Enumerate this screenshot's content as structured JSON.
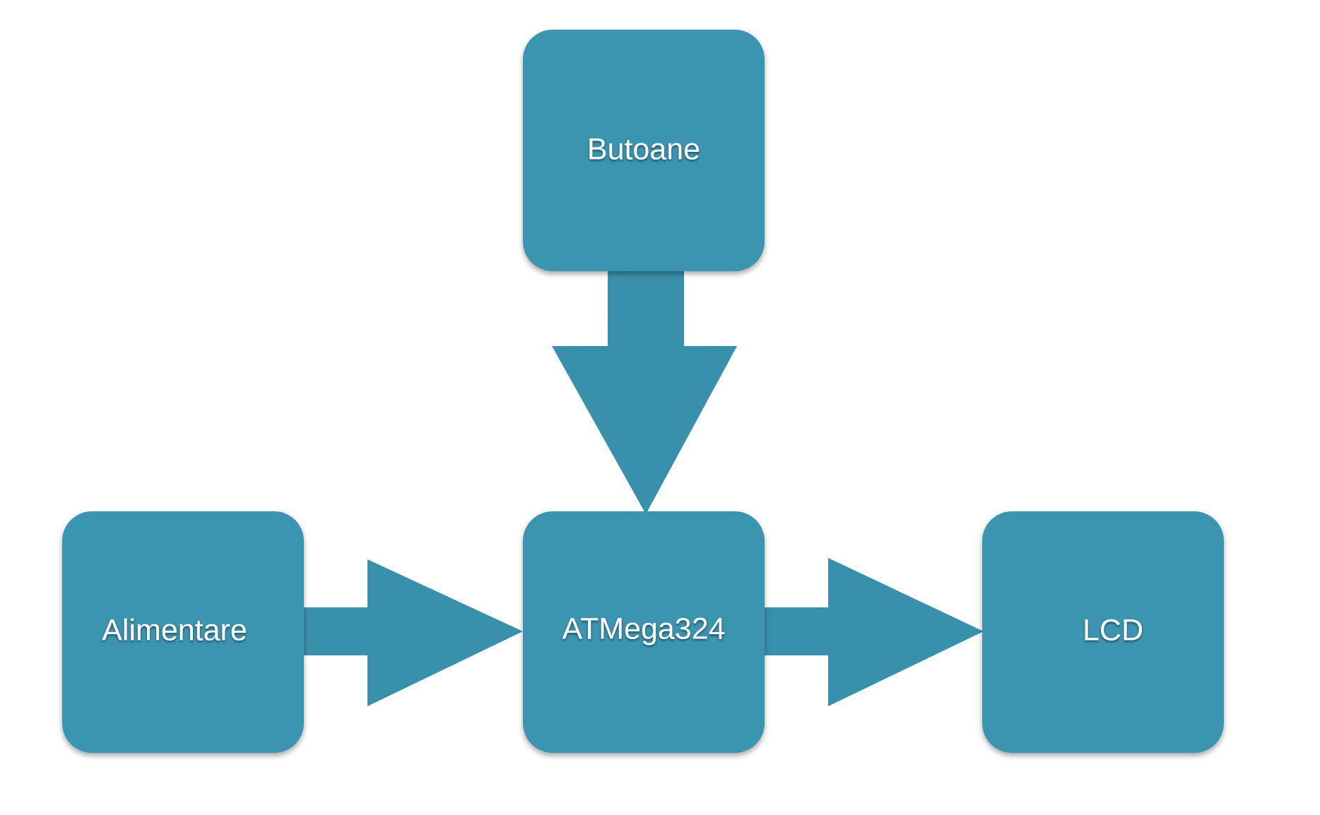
{
  "colors": {
    "block_fill": "#3a94b0",
    "arrow_fill": "#3a94b0",
    "background": "#ffffff",
    "label": "#ffffff"
  },
  "blocks": {
    "top": {
      "label": "Butoane"
    },
    "left": {
      "label": "Alimentare"
    },
    "center": {
      "label": "ATMega324"
    },
    "right": {
      "label": "LCD"
    }
  },
  "connections": [
    {
      "from": "Butoane",
      "to": "ATMega324"
    },
    {
      "from": "Alimentare",
      "to": "ATMega324"
    },
    {
      "from": "ATMega324",
      "to": "LCD"
    }
  ]
}
